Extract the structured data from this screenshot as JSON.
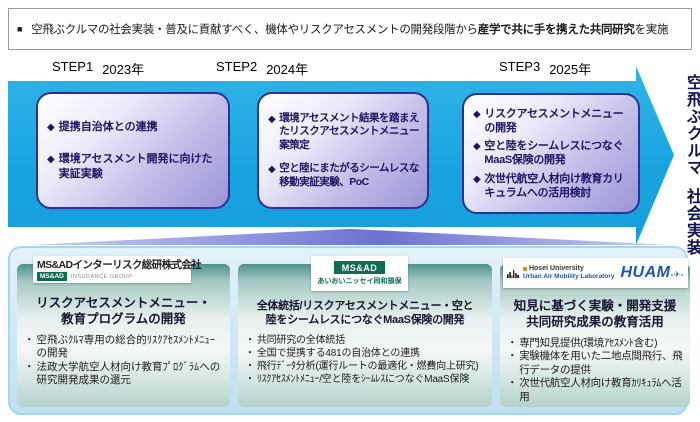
{
  "header": {
    "bullet": "■",
    "text_normal": "空飛ぶクルマの社会実装・普及に貢献すべく、機体やリスクアセスメントの開発段階から",
    "text_bold": "産学で共に手を携えた共同研究",
    "text_suffix": "を実施"
  },
  "markers": {
    "diamond": "◆",
    "dot": "・"
  },
  "steps": [
    {
      "label": "STEP1",
      "year": "2023年",
      "items": [
        "提携自治体との連携",
        "環境アセスメント開発に向けた実証実験"
      ]
    },
    {
      "label": "STEP2",
      "year": "2024年",
      "items": [
        "環境アセスメント結果を踏まえたリスクアセスメントメニュー案策定",
        "空と陸にまたがるシームレスな移動実証実験、PoC"
      ]
    },
    {
      "label": "STEP3",
      "year": "2025年",
      "items": [
        "リスクアセスメントメニューの開発",
        "空と陸をシームレスにつなぐMaaS保険の開発",
        "次世代航空人材向け教育カリキュラムへの活用検討"
      ]
    }
  ],
  "goal_banner": {
    "line1": "空飛ぶクルマ",
    "line2": "社会実装"
  },
  "partners": [
    {
      "logo": {
        "company": "MS&ADインターリスク総研株式会社",
        "brand": "MS&AD",
        "group": "INSURANCE GROUP"
      },
      "title_line1": "リスクアセスメントメニュー・",
      "title_line2": "教育プログラムの開発",
      "bullets": [
        "空飛ぶｸﾙﾏ専用の総合的ﾘｽｸｱｾｽﾒﾝﾄﾒﾆｭｰの開発",
        "法政大学航空人材向け教育ﾌﾟﾛｸﾞﾗﾑへの研究開発成果の還元"
      ]
    },
    {
      "logo": {
        "brand": "MS&AD",
        "company": "あいおいニッセイ同和損保"
      },
      "title_line1": "全体統括/リスクアセスメントメニュー・空と",
      "title_line2": "陸をシームレスにつなぐMaaS保険の開発",
      "bullets": [
        "共同研究の全体統括",
        "全国で提携する481の自治体との連携",
        "飛行ﾃﾞｰﾀ分析(運行ルートの最適化・燃費向上研究)",
        "ﾘｽｸｱｾｽﾒﾝﾄﾒﾆｭｰ/空と陸をｼｰﾑﾚｽにつなぐMaaS保険"
      ]
    },
    {
      "logo": {
        "university": "Hosei University",
        "lab": "Urban Air Mobility Laboratory",
        "brand": "HUAM",
        "suffix": "-✈-"
      },
      "title_line1": "知見に基づく実験・開発支援",
      "title_line2": "共同研究成果の教育活用",
      "bullets": [
        "専門知見提供(環境ｱｾｽﾒﾝﾄ含む)",
        "実験機体を用いた二地点間飛行、飛行データの提供",
        "次世代航空人材向け教育ｶﾘｷｭﾗﾑへ活用"
      ]
    }
  ],
  "colors": {
    "cyan_arrow": "#18a3e0",
    "navy_text": "#1b1464",
    "purple_box": "#9b94d8",
    "panel_border": "#a6d7ee",
    "teal_box": "#4f918b",
    "msad_green": "#0f6b52",
    "huam_blue": "#1d57a8",
    "connector_purple": "#7b82d8"
  }
}
